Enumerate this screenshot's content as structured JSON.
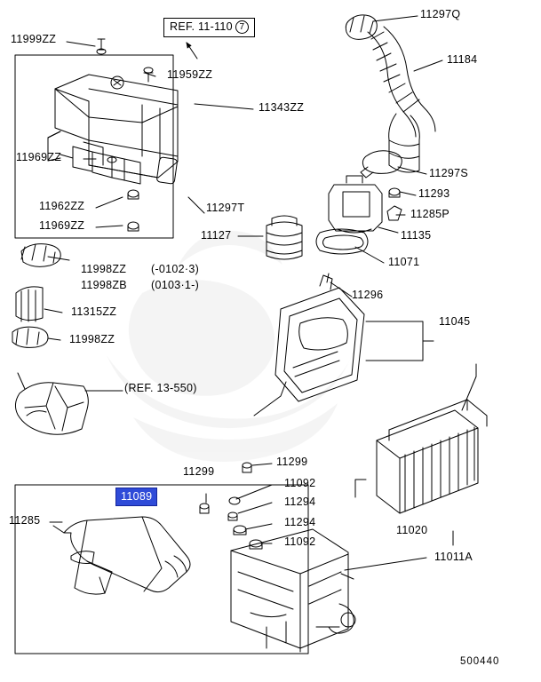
{
  "diagram": {
    "figure_code": "500440",
    "reference_box": {
      "text": "REF. 11-110",
      "circle_number": "7"
    },
    "reference_inline": "(REF. 13-550)",
    "highlighted_part": "11089",
    "notes": [
      {
        "part": "11998ZZ",
        "suffix": "(-0102·3)"
      },
      {
        "part": "11998ZB",
        "suffix": "(0103·1-)"
      }
    ],
    "labels": [
      {
        "id": "l_11999ZZ",
        "text": "11999ZZ"
      },
      {
        "id": "l_11959ZZ",
        "text": "11959ZZ"
      },
      {
        "id": "l_11343ZZ",
        "text": "11343ZZ"
      },
      {
        "id": "l_11969ZZ_a",
        "text": "11969ZZ"
      },
      {
        "id": "l_11962ZZ",
        "text": "11962ZZ"
      },
      {
        "id": "l_11969ZZ_b",
        "text": "11969ZZ"
      },
      {
        "id": "l_11297T",
        "text": "11297T"
      },
      {
        "id": "l_11127",
        "text": "11127"
      },
      {
        "id": "l_11297Q",
        "text": "11297Q"
      },
      {
        "id": "l_11184",
        "text": "11184"
      },
      {
        "id": "l_11297S",
        "text": "11297S"
      },
      {
        "id": "l_11293",
        "text": "11293"
      },
      {
        "id": "l_11285P",
        "text": "11285P"
      },
      {
        "id": "l_11135",
        "text": "11135"
      },
      {
        "id": "l_11071",
        "text": "11071"
      },
      {
        "id": "l_11296",
        "text": "11296"
      },
      {
        "id": "l_11045",
        "text": "11045"
      },
      {
        "id": "l_11998ZZ_1",
        "text": "11998ZZ"
      },
      {
        "id": "l_11998ZB",
        "text": "11998ZB"
      },
      {
        "id": "l_11315ZZ",
        "text": "11315ZZ"
      },
      {
        "id": "l_11998ZZ_2",
        "text": "11998ZZ"
      },
      {
        "id": "l_11299_a",
        "text": "11299"
      },
      {
        "id": "l_11299_b",
        "text": "11299"
      },
      {
        "id": "l_11092_a",
        "text": "11092"
      },
      {
        "id": "l_11294_a",
        "text": "11294"
      },
      {
        "id": "l_11294_b",
        "text": "11294"
      },
      {
        "id": "l_11092_b",
        "text": "11092"
      },
      {
        "id": "l_11285",
        "text": "11285"
      },
      {
        "id": "l_11020",
        "text": "11020"
      },
      {
        "id": "l_11011A",
        "text": "11011A"
      }
    ]
  }
}
